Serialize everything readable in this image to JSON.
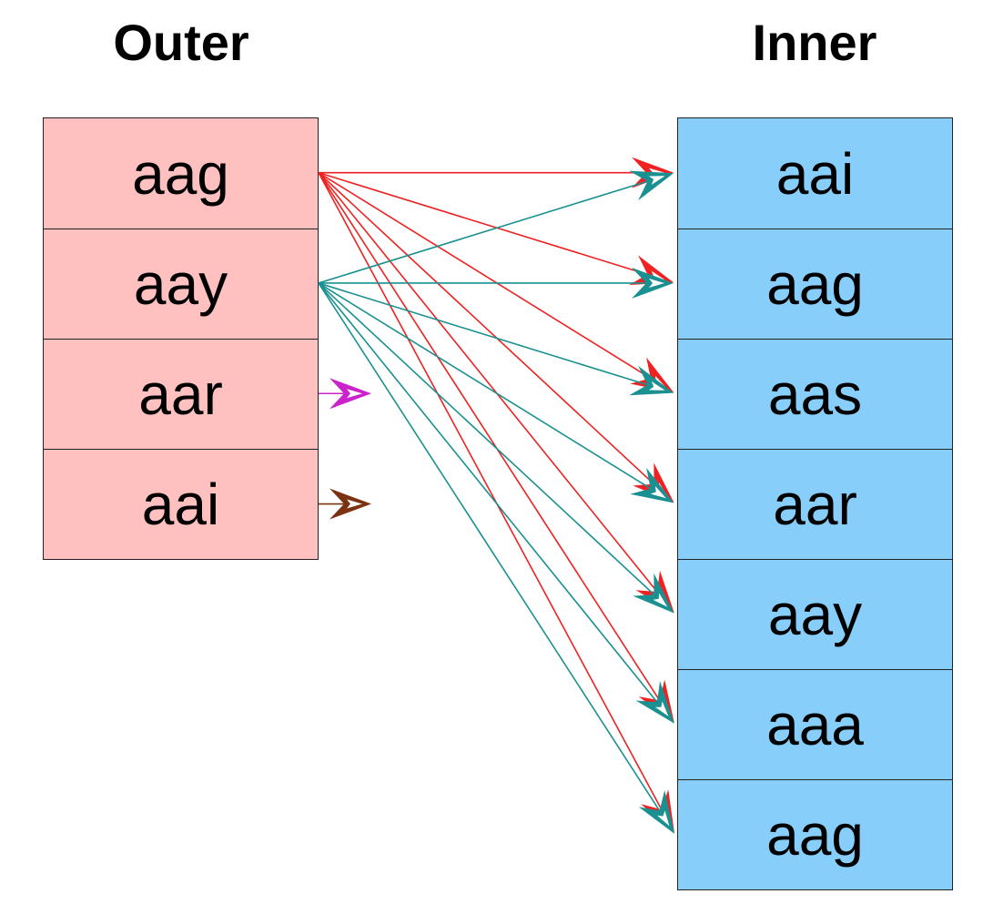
{
  "outer": {
    "title": "Outer",
    "rows": [
      "aag",
      "aay",
      "aar",
      "aai"
    ]
  },
  "inner": {
    "title": "Inner",
    "rows": [
      "aai",
      "aag",
      "aas",
      "aar",
      "aay",
      "aaa",
      "aag"
    ]
  },
  "colors": {
    "outer_fill": "#ffc0c0",
    "inner_fill": "#87cefa",
    "arrow_aag": "#ee2222",
    "arrow_aay": "#1a9090",
    "arrow_aar": "#cc22cc",
    "arrow_aai": "#7a3210"
  },
  "edges": [
    {
      "from": 0,
      "to": 0,
      "color": "arrow_aag"
    },
    {
      "from": 0,
      "to": 1,
      "color": "arrow_aag"
    },
    {
      "from": 0,
      "to": 2,
      "color": "arrow_aag"
    },
    {
      "from": 0,
      "to": 3,
      "color": "arrow_aag"
    },
    {
      "from": 0,
      "to": 4,
      "color": "arrow_aag"
    },
    {
      "from": 0,
      "to": 5,
      "color": "arrow_aag"
    },
    {
      "from": 0,
      "to": 6,
      "color": "arrow_aag"
    },
    {
      "from": 1,
      "to": 0,
      "color": "arrow_aay"
    },
    {
      "from": 1,
      "to": 1,
      "color": "arrow_aay"
    },
    {
      "from": 1,
      "to": 2,
      "color": "arrow_aay"
    },
    {
      "from": 1,
      "to": 3,
      "color": "arrow_aay"
    },
    {
      "from": 1,
      "to": 4,
      "color": "arrow_aay"
    },
    {
      "from": 1,
      "to": 5,
      "color": "arrow_aay"
    },
    {
      "from": 1,
      "to": 6,
      "color": "arrow_aay"
    }
  ],
  "dangling": [
    {
      "from": 2,
      "color": "arrow_aar"
    },
    {
      "from": 3,
      "color": "arrow_aai"
    }
  ]
}
